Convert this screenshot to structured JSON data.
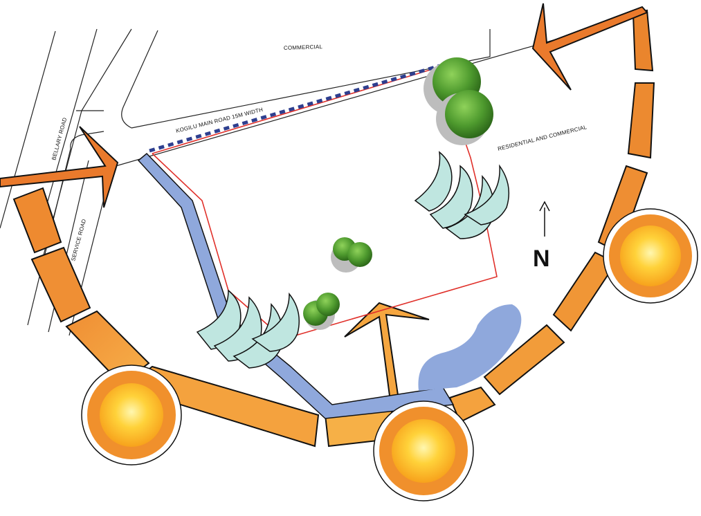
{
  "labels": {
    "commercial": "COMMERCIAL",
    "main_road": "KOGILU MAIN ROAD 15M WIDTH",
    "residential": "RESIDENTIAL AND COMMERCIAL",
    "bellary": "BELLARY ROAD",
    "service": "SERVICE ROAD",
    "north": "N"
  },
  "colors": {
    "site_boundary": "#e0302a",
    "road_frontage_dash": "#2e3f8f",
    "water_channel": "#8fa8dc",
    "sun_path": "#f09a3a",
    "wind_arrow": "#ea7a2c",
    "tree": "#4e9a2e",
    "wind_wave": "#bfe6e0"
  },
  "icons": {
    "sun": "sun-icon",
    "tree": "tree-icon",
    "wind": "wind-wave-icon",
    "north": "north-arrow-icon"
  }
}
